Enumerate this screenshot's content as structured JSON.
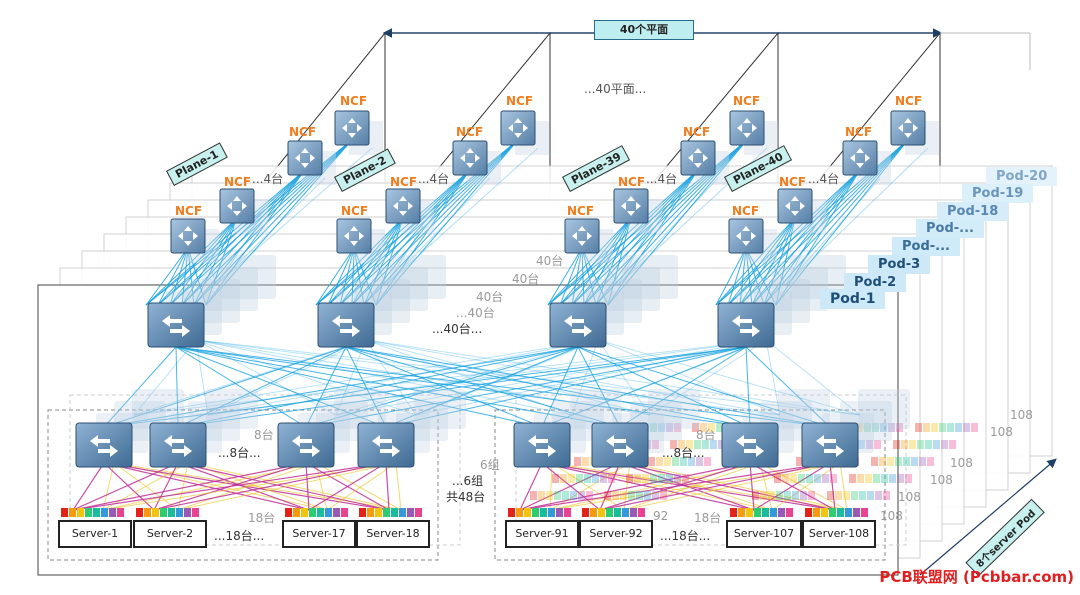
{
  "top_banner": "40个平面",
  "top_middle_note": "...40平面...",
  "ncf_label": "NCF",
  "planes": [
    {
      "label": "Plane-1"
    },
    {
      "label": "Plane-2"
    },
    {
      "label": "Plane-39"
    },
    {
      "label": "Plane-40"
    }
  ],
  "ncf_count_note": "4台",
  "ellipsis_dot": "...",
  "spine_count_note": "...40台...",
  "faded_40": "40台",
  "leaf_count_note": "...8台...",
  "faded_8": "8台",
  "group_note": "6组",
  "total_note": "共48台",
  "server_count_note": "...18台...",
  "faded_18": "18台",
  "pods": [
    {
      "label": "Pod-20"
    },
    {
      "label": "Pod-19"
    },
    {
      "label": "Pod-18"
    },
    {
      "label": "Pod-..."
    },
    {
      "label": "Pod-..."
    },
    {
      "label": "Pod-3"
    },
    {
      "label": "Pod-2"
    },
    {
      "label": "Pod-1"
    }
  ],
  "servers_left": [
    {
      "label": "Server-1"
    },
    {
      "label": "Server-2"
    },
    {
      "label": "Server-17"
    },
    {
      "label": "Server-18"
    }
  ],
  "servers_right": [
    {
      "label": "Server-91"
    },
    {
      "label": "Server-92"
    },
    {
      "label": "Server-107"
    },
    {
      "label": "Server-108"
    }
  ],
  "ghost_server_nums": [
    "92",
    "108"
  ],
  "pod_server_note": "8个server Pod",
  "watermark": "PCB联盟网 (Pcbbar.com)",
  "colors": {
    "link_blue": "#1aa3e0",
    "device_blue": "#5f86ad",
    "ncf_orange": "#f07d1e",
    "server_link_magenta": "#c0309a",
    "server_link_yellow": "#e8c21a",
    "plane_label_bg": "#c7f0ee",
    "pod_label_bg": "#cde9f7"
  }
}
